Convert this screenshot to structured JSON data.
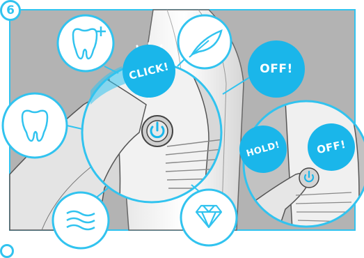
{
  "step_number": "6",
  "labels": {
    "click": "CLICK!",
    "off": "OFF!",
    "hold": "HOLD!",
    "off_inset": "OFF!"
  },
  "icons": [
    "tooth-plus-icon",
    "feather-icon",
    "tooth-icon",
    "waves-icon",
    "diamond-icon",
    "power-icon"
  ],
  "colors": {
    "accent": "#1ab6ea",
    "outline": "#31c3ef",
    "background": "#b3b3b3"
  }
}
